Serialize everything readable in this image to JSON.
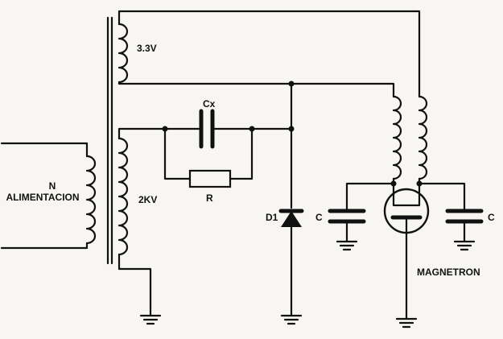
{
  "diagram": {
    "labels": {
      "primary_n": "N",
      "primary_name": "ALIMENTACION",
      "secondary_low": "3.3V",
      "secondary_high": "2KV",
      "capacitor_series": "Cx",
      "resistor": "R",
      "diode": "D1",
      "capacitor_left": "C",
      "capacitor_right": "C",
      "tube": "MAGNETRON"
    },
    "colors": {
      "ink": "#111111",
      "paper": "#f7f6f2"
    }
  }
}
